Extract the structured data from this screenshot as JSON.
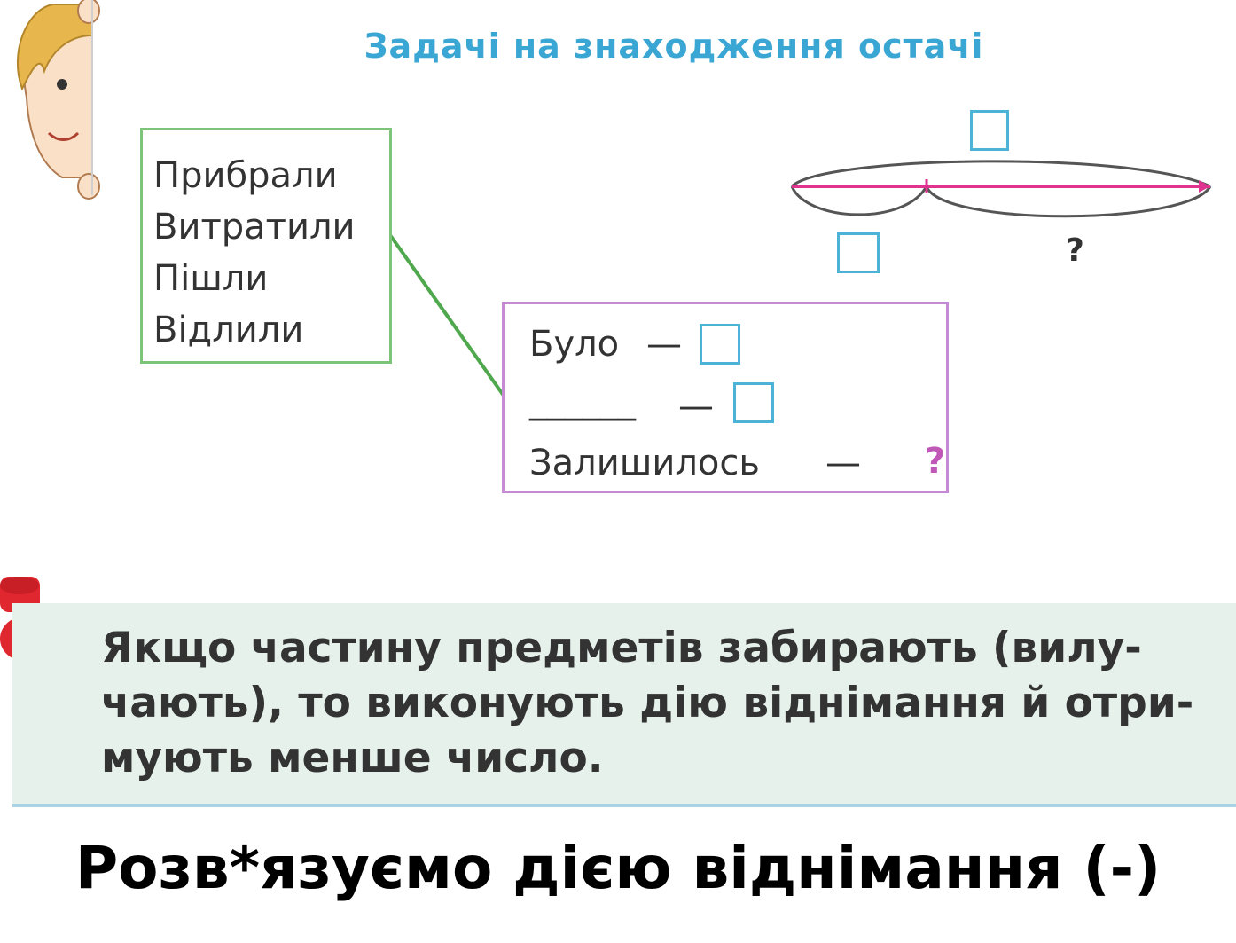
{
  "title": "Задачі на знаходження остачі",
  "verbs": [
    "Прибрали",
    "Витратили",
    "Пішли",
    "Відлили"
  ],
  "scheme": {
    "row1_label": "Було",
    "row1_dash": "—",
    "row2_blank": "______",
    "row2_dash": "—",
    "row3_label": "Залишилось",
    "row3_dash": "—",
    "row3_question": "?"
  },
  "segment": {
    "part_question": "?"
  },
  "note": {
    "lines": [
      "Якщо частину предметів забирають (вилу-",
      "чають), то виконують дію віднімання й отри-",
      "мують менше число."
    ]
  },
  "footer": "Розв*язуємо дією віднімання (-)",
  "colors": {
    "title": "#3aa6d3",
    "verbs_border": "#7cc47a",
    "scheme_border": "#c58ad3",
    "segment": "#e0338f",
    "squares": "#4cb3d6",
    "note_bg": "#e6f1ec",
    "pin": "#e0262e"
  },
  "icons": [
    "boy-peeking-icon",
    "push-pin-icon",
    "arrow-icon"
  ]
}
